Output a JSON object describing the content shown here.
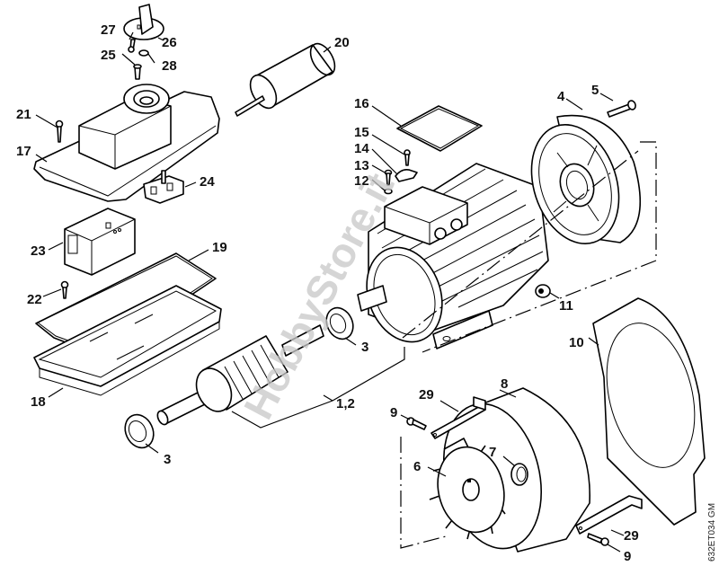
{
  "diagram": {
    "title": "Electric motor exploded parts view",
    "watermark": "HobbyStore.it",
    "drawing_code": "632ET034 GM"
  },
  "callouts": [
    {
      "id": "c1-2",
      "label": "1,2",
      "part": "rotor"
    },
    {
      "id": "c3a",
      "label": "3",
      "part": "ball-bearing-rear"
    },
    {
      "id": "c3b",
      "label": "3",
      "part": "ball-bearing-front"
    },
    {
      "id": "c4",
      "label": "4",
      "part": "end-shield"
    },
    {
      "id": "c5",
      "label": "5",
      "part": "end-shield-screw"
    },
    {
      "id": "c6",
      "label": "6",
      "part": "fan-wheel"
    },
    {
      "id": "c7",
      "label": "7",
      "part": "fan-hood-grommet"
    },
    {
      "id": "c8",
      "label": "8",
      "part": "fan-hood"
    },
    {
      "id": "c9a",
      "label": "9",
      "part": "bracket-screw-upper"
    },
    {
      "id": "c9b",
      "label": "9",
      "part": "bracket-screw-lower"
    },
    {
      "id": "c10",
      "label": "10",
      "part": "mounting-plate"
    },
    {
      "id": "c11",
      "label": "11",
      "part": "grommet"
    },
    {
      "id": "c12",
      "label": "12",
      "part": "washer"
    },
    {
      "id": "c13",
      "label": "13",
      "part": "terminal-screw"
    },
    {
      "id": "c14",
      "label": "14",
      "part": "cable-clamp"
    },
    {
      "id": "c15",
      "label": "15",
      "part": "clamp-screw"
    },
    {
      "id": "c16",
      "label": "16",
      "part": "terminal-box-gasket"
    },
    {
      "id": "c17",
      "label": "17",
      "part": "switch-box-cover"
    },
    {
      "id": "c18",
      "label": "18",
      "part": "switch-box-base"
    },
    {
      "id": "c19",
      "label": "19",
      "part": "switch-box-gasket"
    },
    {
      "id": "c20",
      "label": "20",
      "part": "capacitor"
    },
    {
      "id": "c21",
      "label": "21",
      "part": "cover-screw"
    },
    {
      "id": "c22",
      "label": "22",
      "part": "base-screw"
    },
    {
      "id": "c23",
      "label": "23",
      "part": "switch"
    },
    {
      "id": "c24",
      "label": "24",
      "part": "terminal-strip"
    },
    {
      "id": "c25",
      "label": "25",
      "part": "knob-screw"
    },
    {
      "id": "c26",
      "label": "26",
      "part": "rotary-knob"
    },
    {
      "id": "c27",
      "label": "27",
      "part": "knob-pin"
    },
    {
      "id": "c28",
      "label": "28",
      "part": "o-ring"
    },
    {
      "id": "c29a",
      "label": "29",
      "part": "bracket-upper"
    },
    {
      "id": "c29b",
      "label": "29",
      "part": "bracket-lower"
    }
  ]
}
